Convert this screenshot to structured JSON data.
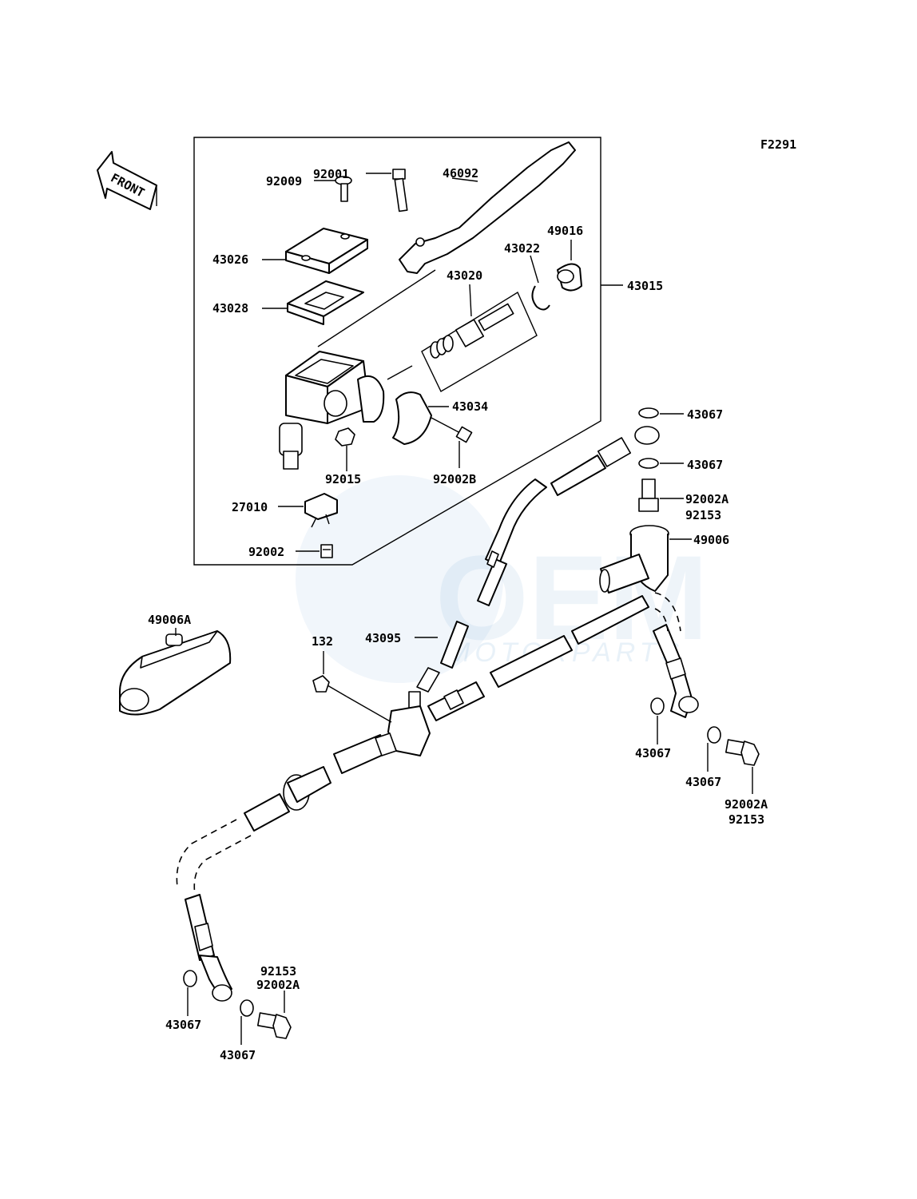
{
  "figure_code": "F2291",
  "front_label": "FRONT",
  "watermark": {
    "brand": "OEM",
    "sub": "MOTORPARTS"
  },
  "labels": {
    "l92001": "92001",
    "l46092": "46092",
    "l92009": "92009",
    "l43026": "43026",
    "l49016": "49016",
    "l43022": "43022",
    "l43020": "43020",
    "l43015": "43015",
    "l43028": "43028",
    "l43034": "43034",
    "l92015": "92015",
    "l92002B": "92002B",
    "l27010": "27010",
    "l92002": "92002",
    "l43067a": "43067",
    "l43067b": "43067",
    "l92002Aa": "92002A",
    "l92153a": "92153",
    "l49006": "49006",
    "l49006A": "49006A",
    "l132": "132",
    "l43095": "43095",
    "l43067c": "43067",
    "l43067d": "43067",
    "l92002Ab": "92002A",
    "l92153b": "92153",
    "l92153c": "92153",
    "l92002Ac": "92002A",
    "l43067e": "43067",
    "l43067f": "43067"
  }
}
